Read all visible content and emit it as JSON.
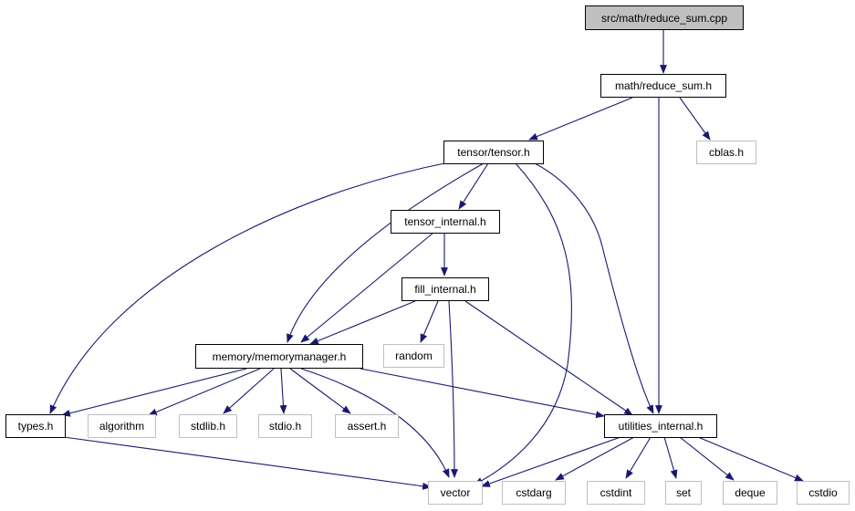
{
  "colors": {
    "edge": "#191970",
    "ext_border": "#bfbfbf",
    "root_fill": "#bfbfbf",
    "node_border": "#000000"
  },
  "nodes": {
    "root": "src/math/reduce_sum.cpp",
    "reduce_sum_h": "math/reduce_sum.h",
    "cblas_h": "cblas.h",
    "tensor_h": "tensor/tensor.h",
    "tensor_internal_h": "tensor_internal.h",
    "fill_internal_h": "fill_internal.h",
    "random": "random",
    "memorymanager_h": "memory/memorymanager.h",
    "types_h": "types.h",
    "algorithm": "algorithm",
    "stdlib_h": "stdlib.h",
    "stdio_h": "stdio.h",
    "assert_h": "assert.h",
    "utilities_internal_h": "utilities_internal.h",
    "vector": "vector",
    "cstdarg": "cstdarg",
    "cstdint": "cstdint",
    "set": "set",
    "deque": "deque",
    "cstdio": "cstdio"
  }
}
